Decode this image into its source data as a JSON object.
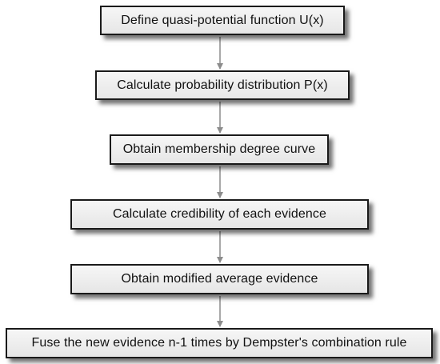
{
  "flowchart": {
    "steps": [
      {
        "label": "Define quasi-potential function U(x)"
      },
      {
        "label": "Calculate probability distribution P(x)"
      },
      {
        "label": "Obtain membership degree curve"
      },
      {
        "label": "Calculate credibility of each evidence"
      },
      {
        "label": "Obtain modified average evidence"
      },
      {
        "label": "Fuse the new evidence n-1 times by Dempster's combination rule"
      }
    ],
    "colors": {
      "box_fill": "#eeeeee",
      "box_border": "#1a1a1a",
      "arrow": "#8c8c8c",
      "text": "#111111"
    }
  }
}
